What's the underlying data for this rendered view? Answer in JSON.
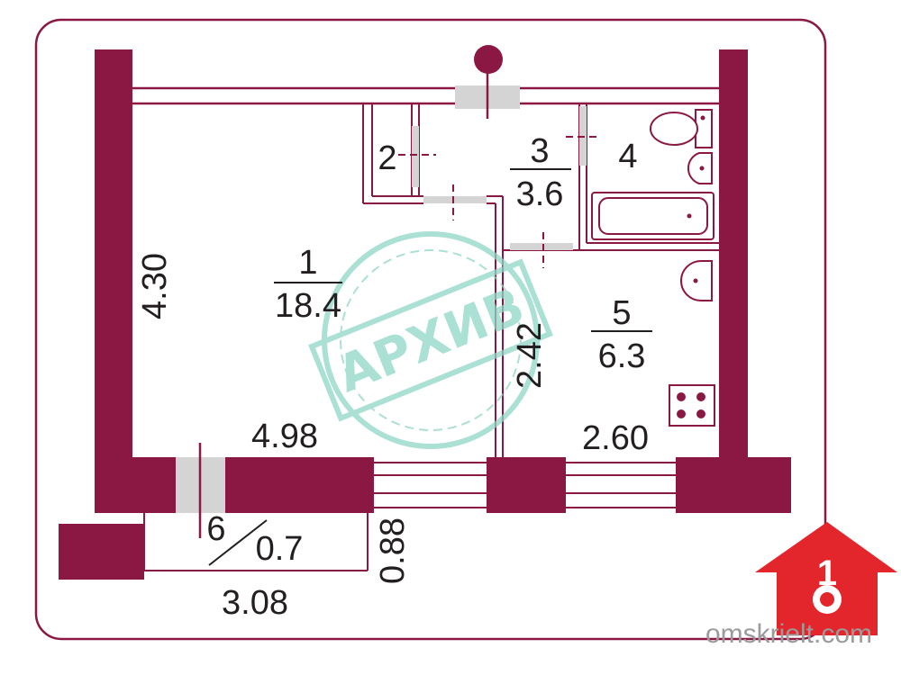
{
  "colors": {
    "wall": "#8b1843",
    "thin_wall": "#8b1843",
    "door": "#d4d4d4",
    "stamp": "#8fd6c6",
    "logo": "#e3262b",
    "text": "#231f20",
    "watermark": "#9b9b9b"
  },
  "rooms": [
    {
      "number": "1",
      "area": "18.4"
    },
    {
      "number": "2",
      "area": ""
    },
    {
      "number": "3",
      "area": "3.6"
    },
    {
      "number": "4",
      "area": ""
    },
    {
      "number": "5",
      "area": "6.3"
    },
    {
      "number": "6",
      "area": "0.7"
    }
  ],
  "dimensions": {
    "left_height": "4.30",
    "room1_width": "4.98",
    "corridor_length": "2.42",
    "kitchen_width": "2.60",
    "balcony_width": "3.08",
    "balcony_depth": "0.88"
  },
  "stamp": {
    "text": "АРХИВ"
  },
  "logo": {
    "number": "1",
    "icon": "house-key-icon"
  },
  "watermark": {
    "text": "omskrielt.com"
  },
  "fixtures": [
    "toilet-icon",
    "sink-icon",
    "bathtub-icon",
    "kitchen-sink-icon",
    "stove-icon"
  ]
}
